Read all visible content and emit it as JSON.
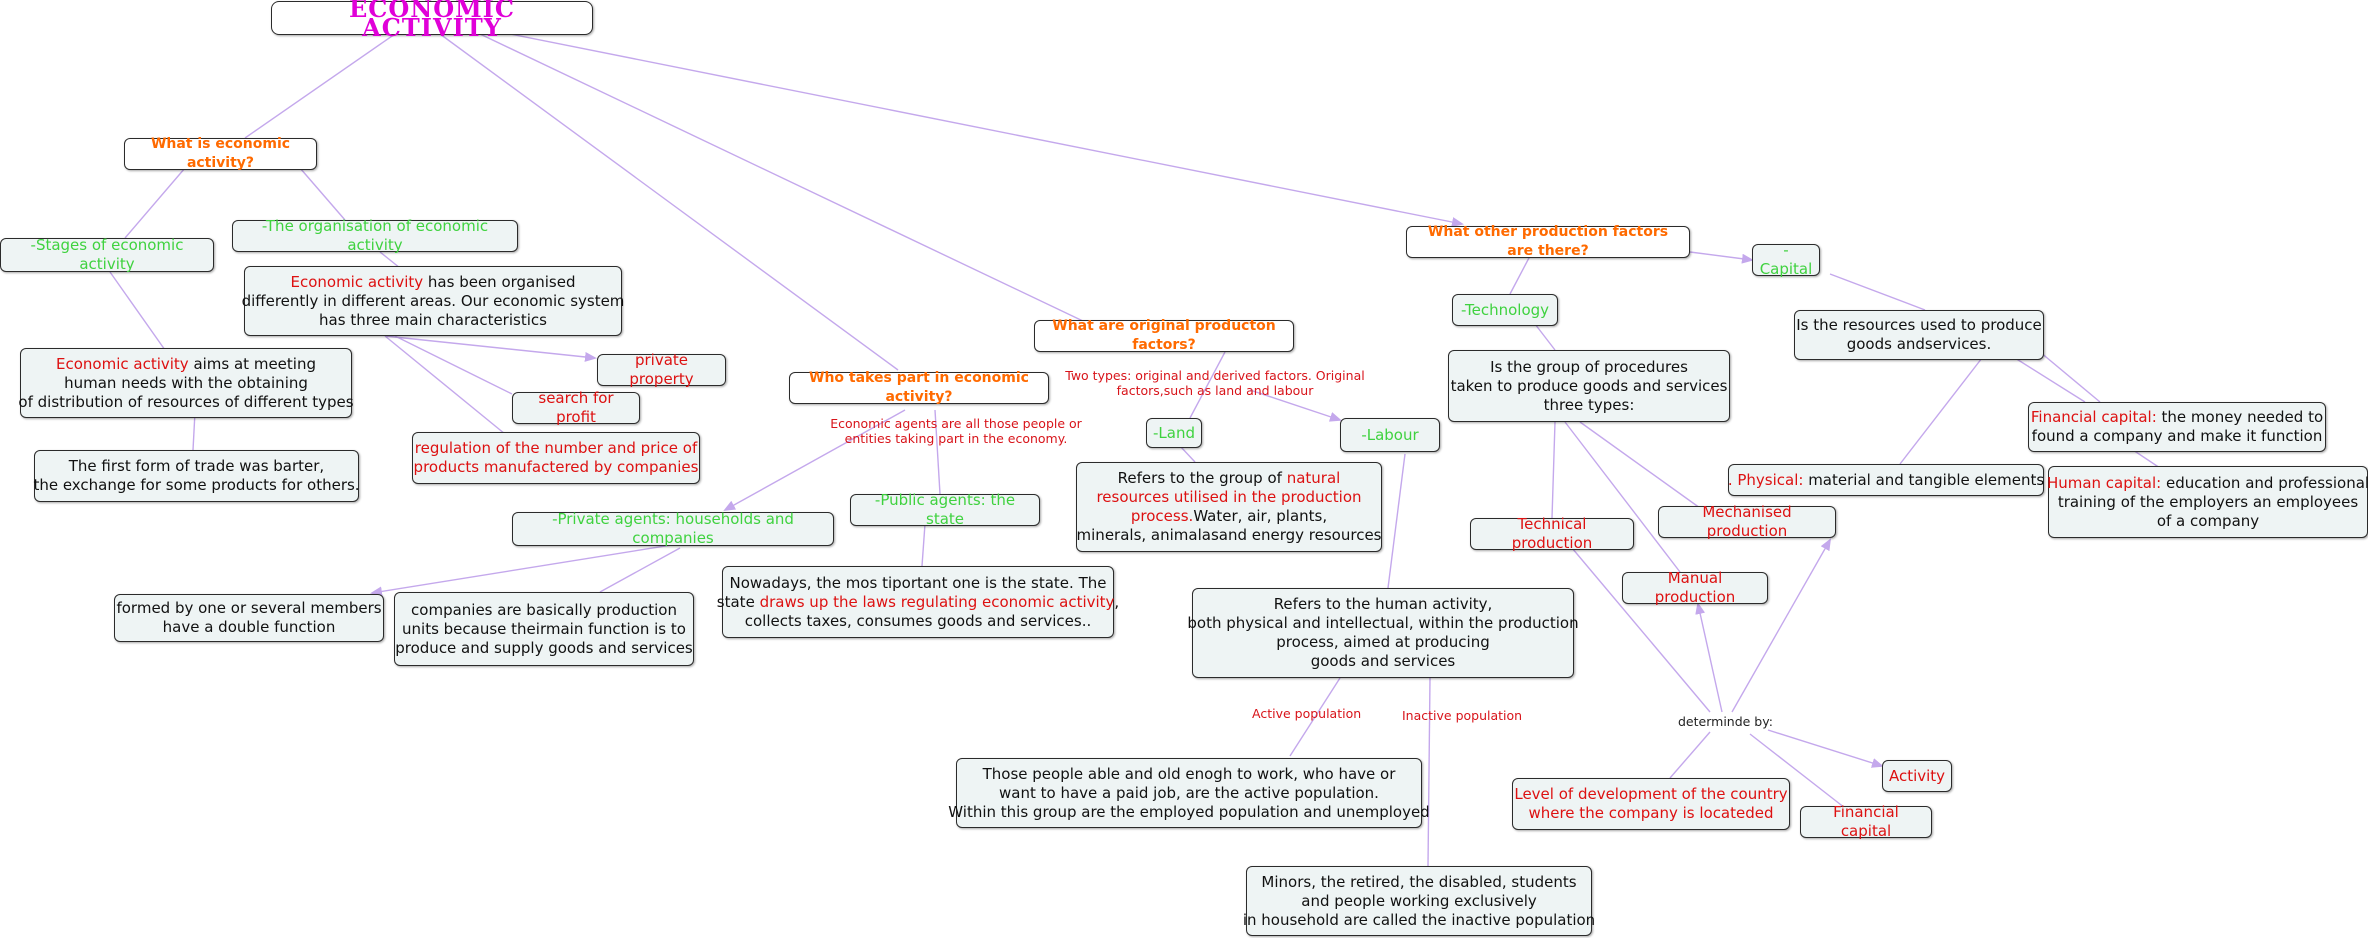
{
  "title": "ECONOMIC ACTIVITY",
  "colors": {
    "title": "#e000d8",
    "question": "#ff6a00",
    "concept_green": "#3fd23f",
    "highlight_red": "#dd1111",
    "connector": "#c4a8ec",
    "node_fill": "#eef4f4"
  },
  "nodes": {
    "q_what_is": "What is economic activity?",
    "stages": "-Stages of economic activity",
    "organisation": "-The organisation of economic activity",
    "org_desc": {
      "red": "Economic activity",
      "rest1": " has been organised",
      "line2": "differently in different areas. Our economic system",
      "line3": "has three main characteristics"
    },
    "private_property": "private property",
    "search_for_profit": "search for profit",
    "regulation": {
      "line1": "regulation of the number and price of",
      "line2": "products manufactered by companies"
    },
    "aims": {
      "red": "Economic activity",
      "rest1": " aims at meeting",
      "line2": "human needs with the obtaining",
      "line3": "of distribution of resources of different types"
    },
    "barter": {
      "line1": "The first form of trade was barter,",
      "line2": "the exchange for some products for others."
    },
    "q_who": "Who takes part in economic activity?",
    "private_agents": "-Private agents: households and companies",
    "public_agents": "-Public agents: the state",
    "households": {
      "line1": "formed by one or several members",
      "line2": "have a double function"
    },
    "companies": {
      "line1": "companies are basically production",
      "line2": "units because theirmain function is to",
      "line3": "produce and supply goods and services"
    },
    "state_desc": {
      "line1": "Nowadays, the mos tiportant one is the state. The",
      "pre2": "state ",
      "red2": "draws up the laws regulating economic activity",
      "post2": ",",
      "line3": "collects taxes, consumes goods and services.."
    },
    "q_original": "What are original producton factors?",
    "land": "-Land",
    "labour": "-Labour",
    "land_desc": {
      "pre1": "Refers to the group of ",
      "red1": "natural",
      "red2": "resources utilised in the production",
      "red3": "process.",
      "post3": "Water, air, plants,",
      "line4": "minerals, animalasand energy resources"
    },
    "labour_desc": {
      "line1": "Refers to the human activity,",
      "line2": "both physical and intellectual, within the production",
      "line3": "process, aimed at producing",
      "line4": "goods and services"
    },
    "active_desc": {
      "line1": "Those people able and old enogh to work, who have or",
      "line2": "want to have a paid job, are the active population.",
      "line3": "Within this group are the employed population and unemployed"
    },
    "inactive_desc": {
      "line1": "Minors, the retired, the disabled, students",
      "line2": "and people working exclusively",
      "line3": "in household are called the inactive population"
    },
    "q_other": "What other production factors are there?",
    "technology": "-Technology",
    "capital": "-Capital",
    "tech_desc": {
      "line1": "Is the group of procedures",
      "line2": "taken to produce goods and services",
      "line3": "three types:"
    },
    "technical_production": "Technical production",
    "mechanised_production": "Mechanised production",
    "manual_production": "Manual production",
    "capital_desc": {
      "line1": "Is the resources used to produce",
      "line2": "goods andservices."
    },
    "financial_capital_desc": {
      "red": "Financial capital:",
      "rest1": " the money needed to",
      "line2": "found a company and make it function"
    },
    "physical": {
      "red": ". Physical:",
      "rest": " material and tangible elements"
    },
    "human_capital": {
      "red": "Human capital:",
      "rest1": " education and professional",
      "line2": "training of the employers an employees",
      "line3": "of a company"
    },
    "level_dev": {
      "line1": "Level of development of the country",
      "line2": "where the company is locateded"
    },
    "activity": "Activity",
    "financial_capital": "Financial capital"
  },
  "link_labels": {
    "economic_agents": {
      "line1": "Economic agents are all those people or",
      "line2": "entities taking part in the economy."
    },
    "two_types": {
      "line1": "Two types: original and derived factors. Original",
      "line2": "factors,such as land and labour"
    },
    "active_population": "Active population",
    "inactive_population": "Inactive population",
    "determined_by": "determinde by:"
  }
}
